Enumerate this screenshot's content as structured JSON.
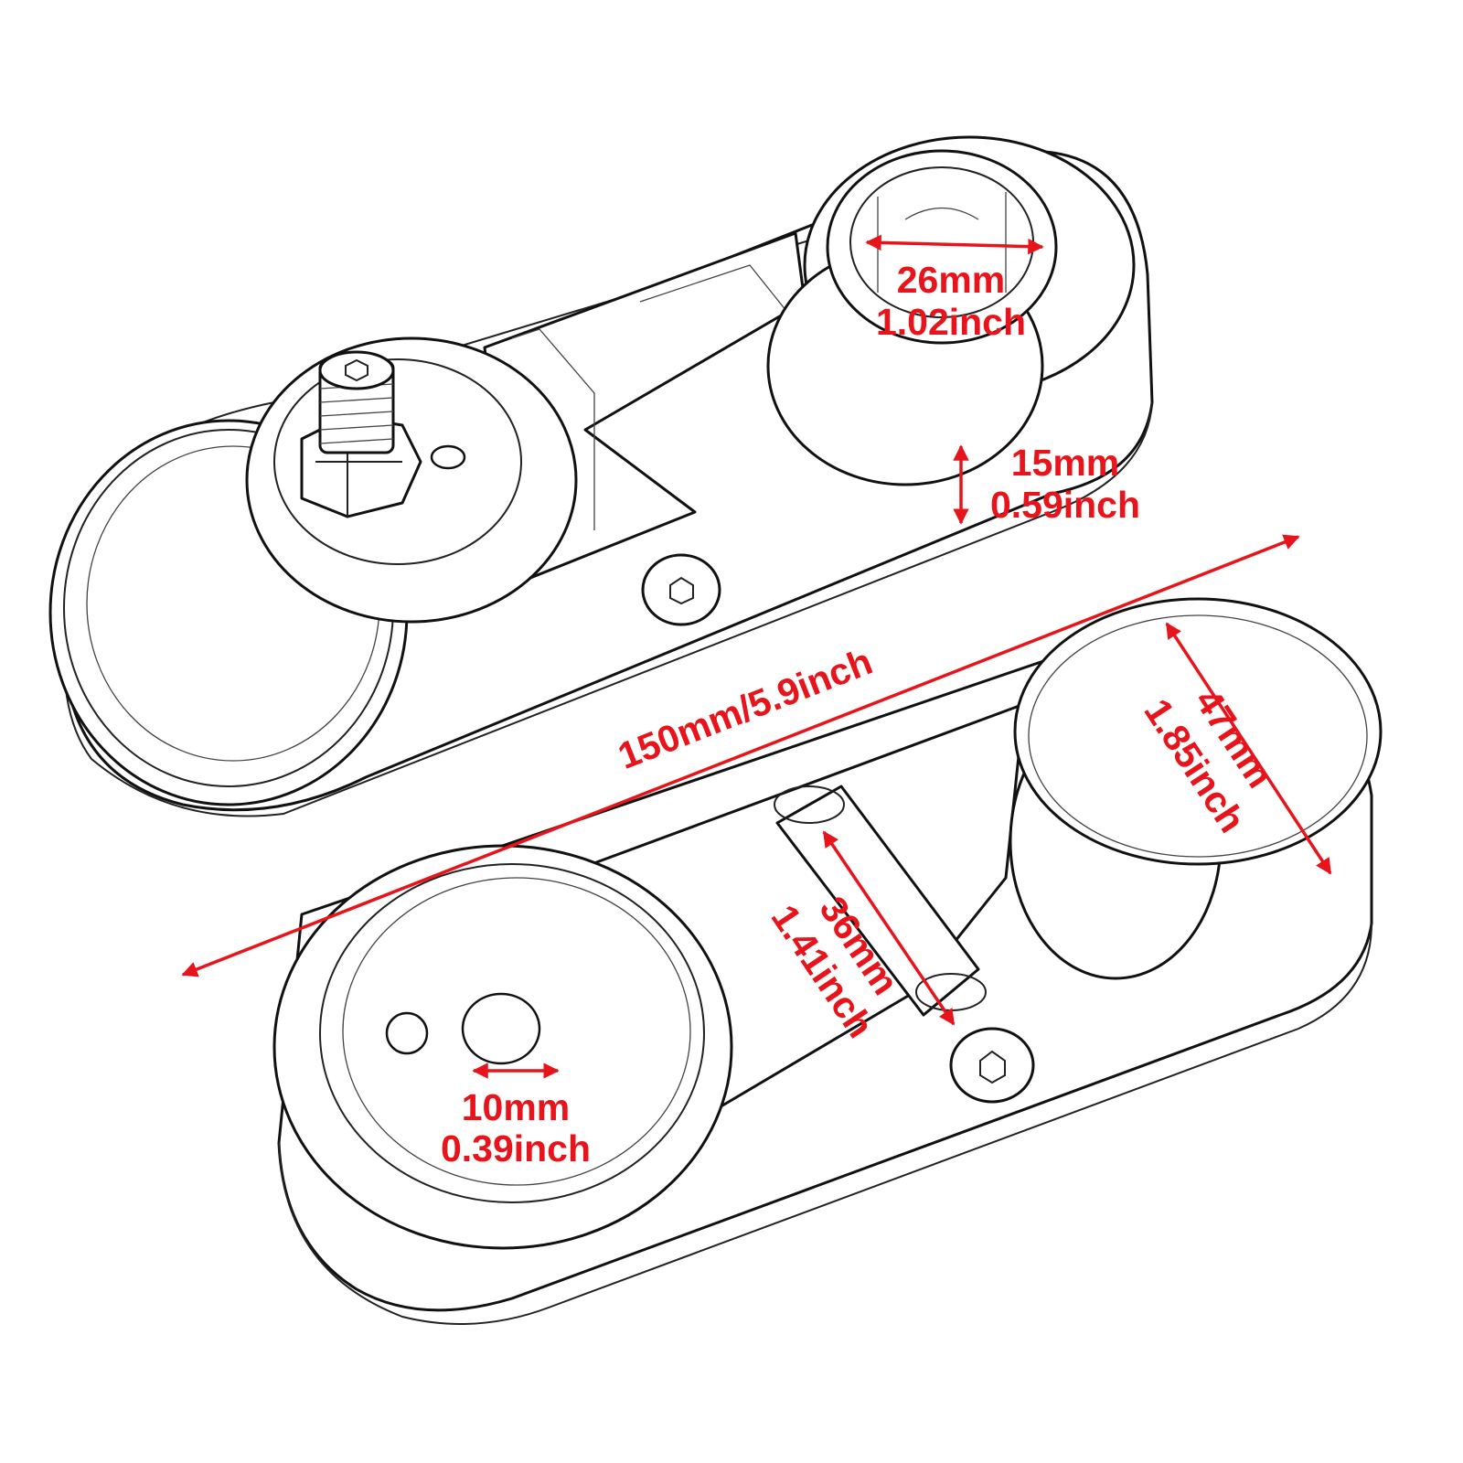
{
  "annotation_color": "#e8141c",
  "dimensions": {
    "bore_diameter": {
      "mm": "26mm",
      "inch": "1.02inch"
    },
    "thickness": {
      "mm": "15mm",
      "inch": "0.59inch"
    },
    "overall_length": {
      "label": "150mm/5.9inch"
    },
    "cap_diameter": {
      "mm": "47mm",
      "inch": "1.85inch"
    },
    "crossbar_length": {
      "mm": "36mm",
      "inch": "1.41inch"
    },
    "small_hole": {
      "mm": "10mm",
      "inch": "0.39inch"
    }
  }
}
